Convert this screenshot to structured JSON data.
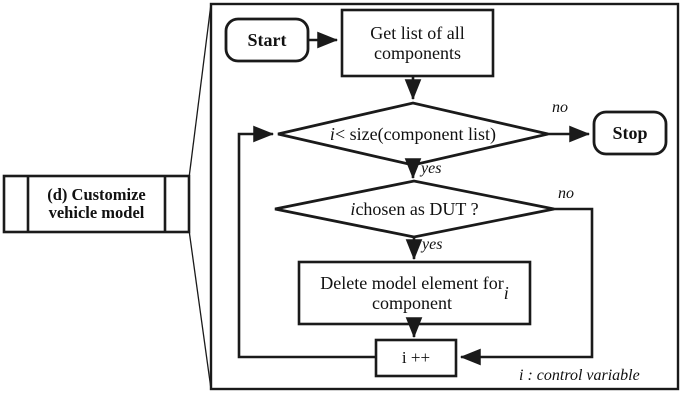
{
  "diagram": {
    "type": "flowchart",
    "caption_box": {
      "label": "(d) Customize\nvehicle model",
      "shape": "subroutine"
    },
    "nodes": [
      {
        "id": "start",
        "label": "Start",
        "shape": "rounded-terminator",
        "style": "bold"
      },
      {
        "id": "get-list",
        "label": "Get list of all\ncomponents",
        "shape": "process"
      },
      {
        "id": "size-check",
        "label_pre": "i",
        "label_post": " < size(component list)",
        "shape": "decision"
      },
      {
        "id": "dut-check",
        "label_pre": "i",
        "label_post": " chosen as DUT ?",
        "shape": "decision"
      },
      {
        "id": "delete-element",
        "label_pre": "Delete model element for\ncomponent ",
        "label_post": "i",
        "shape": "process"
      },
      {
        "id": "increment",
        "label": "i ++",
        "shape": "process"
      },
      {
        "id": "stop",
        "label": "Stop",
        "shape": "rounded-terminator",
        "style": "bold"
      }
    ],
    "edge_labels": {
      "size_check_no": "no",
      "size_check_yes": "yes",
      "dut_check_no": "no",
      "dut_check_yes": "yes"
    },
    "legend": "i : control variable",
    "colors": {
      "stroke": "#1a1a1a",
      "text": "#111111",
      "background": "#ffffff"
    }
  }
}
